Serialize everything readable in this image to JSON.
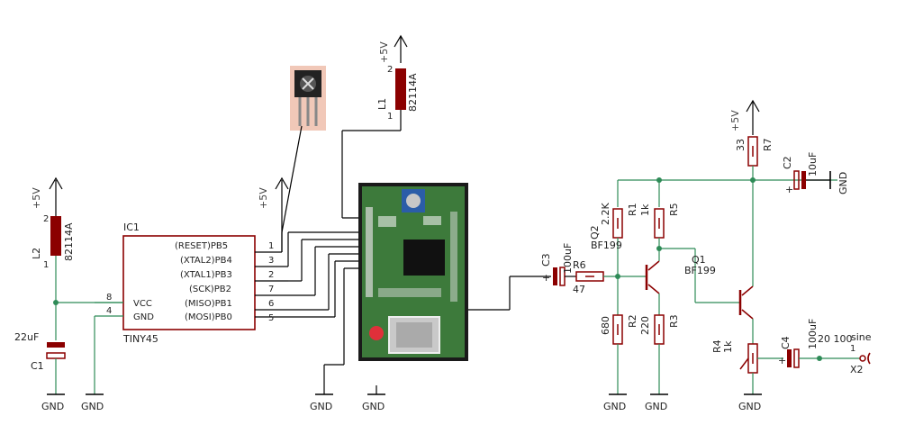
{
  "ic": {
    "name": "IC1",
    "type": "TINY45",
    "left_pins": [
      {
        "num": "8",
        "label": "VCC"
      },
      {
        "num": "4",
        "label": "GND"
      }
    ],
    "right_pins": [
      {
        "label": "(RESET)PB5",
        "num": "1"
      },
      {
        "label": "(XTAL2)PB4",
        "num": "3"
      },
      {
        "label": "(XTAL1)PB3",
        "num": "2"
      },
      {
        "label": "(SCK)PB2",
        "num": "7"
      },
      {
        "label": "(MISO)PB1",
        "num": "6"
      },
      {
        "label": "(MOSI)PB0",
        "num": "5"
      }
    ]
  },
  "supplies": {
    "plus5v": "+5V",
    "gnd": "GND"
  },
  "inductors": {
    "l1": {
      "name": "L1",
      "value": "82114A",
      "pin1": "1",
      "pin2": "2"
    },
    "l2": {
      "name": "L2",
      "value": "82114A",
      "pin1": "1",
      "pin2": "2"
    }
  },
  "capacitors": {
    "c1": {
      "name": "C1",
      "value": "22uF"
    },
    "c2": {
      "name": "C2",
      "value": "10uF"
    },
    "c3": {
      "name": "C3",
      "value": "100uF"
    },
    "c4": {
      "name": "C4",
      "value": "100uF"
    }
  },
  "resistors": {
    "r1": {
      "name": "R1",
      "value": "2.2K"
    },
    "r2": {
      "name": "R2",
      "value": "680"
    },
    "r3": {
      "name": "R3",
      "value": "220"
    },
    "r4": {
      "name": "R4",
      "value": "1k"
    },
    "r5": {
      "name": "R5",
      "value": "1k"
    },
    "r6": {
      "name": "R6",
      "value": "47"
    },
    "r7": {
      "name": "R7",
      "value": "33"
    }
  },
  "transistors": {
    "q1": {
      "name": "Q1",
      "type": "BF199"
    },
    "q2": {
      "name": "Q2",
      "type": "BF199"
    }
  },
  "connector": {
    "name": "X2",
    "signal": "sine",
    "pin": "1",
    "overlap_text": "20 100"
  }
}
